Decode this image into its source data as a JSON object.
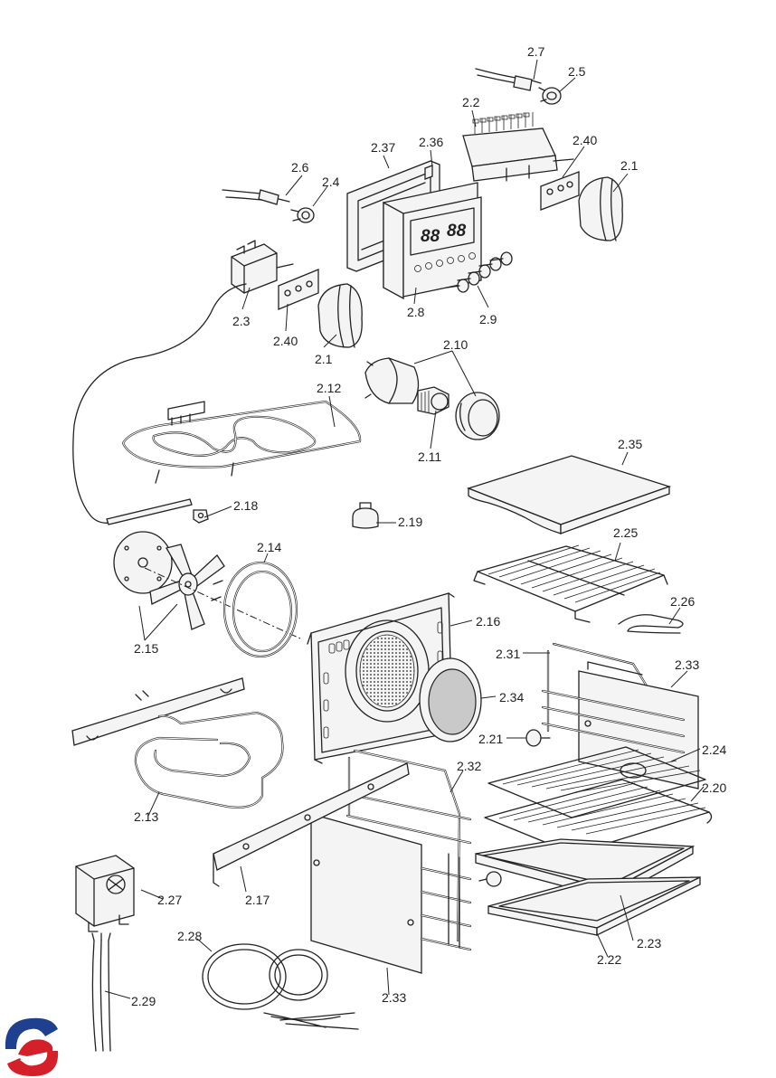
{
  "diagram": {
    "labels": {
      "l2_7": "2.7",
      "l2_5": "2.5",
      "l2_2": "2.2",
      "l2_40a": "2.40",
      "l2_1a": "2.1",
      "l2_37": "2.37",
      "l2_36": "2.36",
      "l2_6": "2.6",
      "l2_4": "2.4",
      "l2_3": "2.3",
      "l2_40b": "2.40",
      "l2_1b": "2.1",
      "l2_8": "2.8",
      "l2_9": "2.9",
      "l2_10": "2.10",
      "l2_11": "2.11",
      "l2_12": "2.12",
      "l2_18": "2.18",
      "l2_19": "2.19",
      "l2_35": "2.35",
      "l2_25": "2.25",
      "l2_26": "2.26",
      "l2_14": "2.14",
      "l2_15": "2.15",
      "l2_16": "2.16",
      "l2_31": "2.31",
      "l2_33a": "2.33",
      "l2_34": "2.34",
      "l2_21": "2.21",
      "l2_24": "2.24",
      "l2_20": "2.20",
      "l2_32": "2.32",
      "l2_13": "2.13",
      "l2_17": "2.17",
      "l2_23": "2.23",
      "l2_22": "2.22",
      "l2_27": "2.27",
      "l2_28": "2.28",
      "l2_29": "2.29",
      "l2_33b": "2.33"
    },
    "timer_display": {
      "left": "88",
      "right": "88"
    },
    "colors": {
      "line": "#222222",
      "logo_red": "#d42029",
      "logo_blue": "#1f3f8f",
      "grey_fill": "#c9c9c9"
    }
  }
}
